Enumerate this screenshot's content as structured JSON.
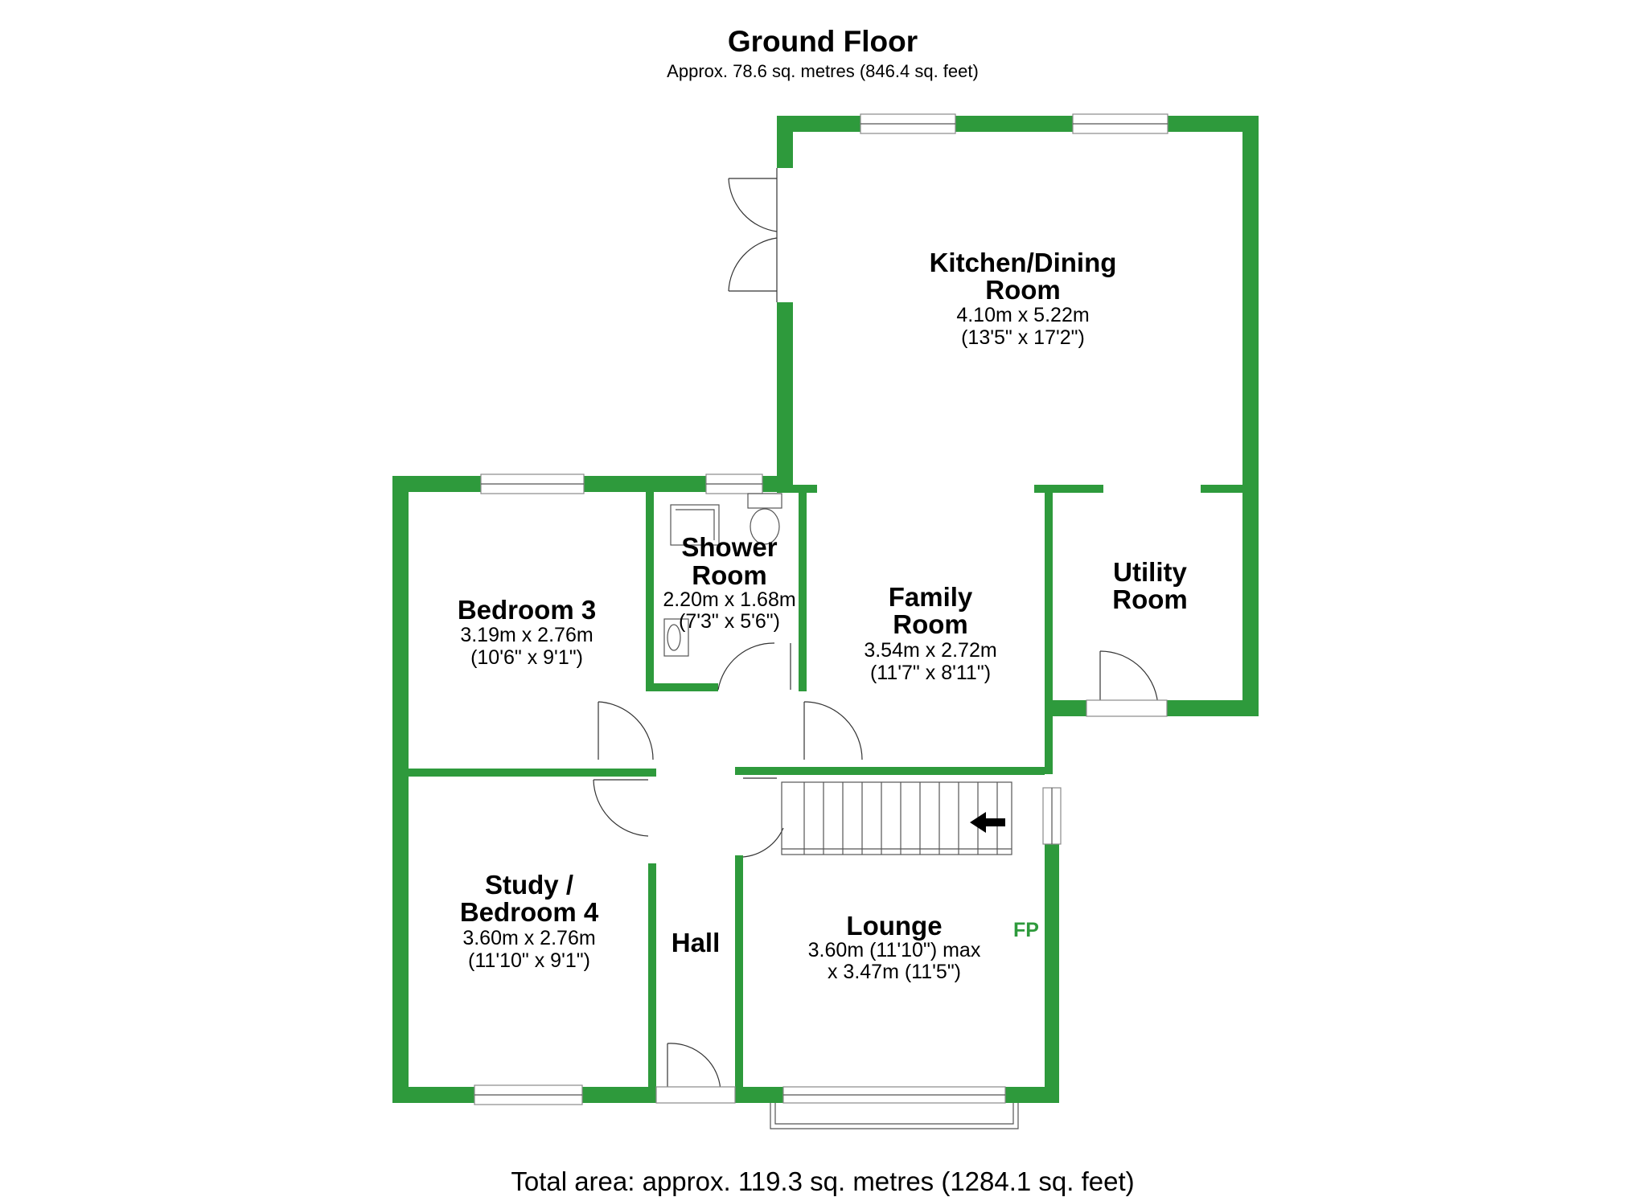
{
  "header": {
    "title": "Ground Floor",
    "subtitle": "Approx. 78.6 sq. metres (846.4 sq. feet)"
  },
  "footer": {
    "total_area": "Total area: approx. 119.3 sq. metres (1284.1 sq. feet)"
  },
  "rooms": {
    "kitchen": {
      "name_line1": "Kitchen/Dining",
      "name_line2": "Room",
      "dim_metric": "4.10m x 5.22m",
      "dim_imperial": "(13'5\" x 17'2\")"
    },
    "utility": {
      "name_line1": "Utility",
      "name_line2": "Room"
    },
    "family": {
      "name_line1": "Family",
      "name_line2": "Room",
      "dim_metric": "3.54m x 2.72m",
      "dim_imperial": "(11'7\" x 8'11\")"
    },
    "shower": {
      "name_line1": "Shower",
      "name_line2": "Room",
      "dim_metric": "2.20m x 1.68m",
      "dim_imperial": "(7'3\" x 5'6\")"
    },
    "bedroom3": {
      "name": "Bedroom 3",
      "dim_metric": "3.19m x 2.76m",
      "dim_imperial": "(10'6\" x 9'1\")"
    },
    "study": {
      "name_line1": "Study /",
      "name_line2": "Bedroom 4",
      "dim_metric": "3.60m x 2.76m",
      "dim_imperial": "(11'10\" x 9'1\")"
    },
    "hall": {
      "name": "Hall"
    },
    "lounge": {
      "name": "Lounge",
      "dim_line1": "3.60m (11'10\") max",
      "dim_line2": "x 3.47m (11'5\")"
    }
  },
  "fireplace_label": "FP",
  "colors": {
    "wall": "#2e9a3c",
    "text": "#000000",
    "window_frame": "#8a8a8a"
  }
}
